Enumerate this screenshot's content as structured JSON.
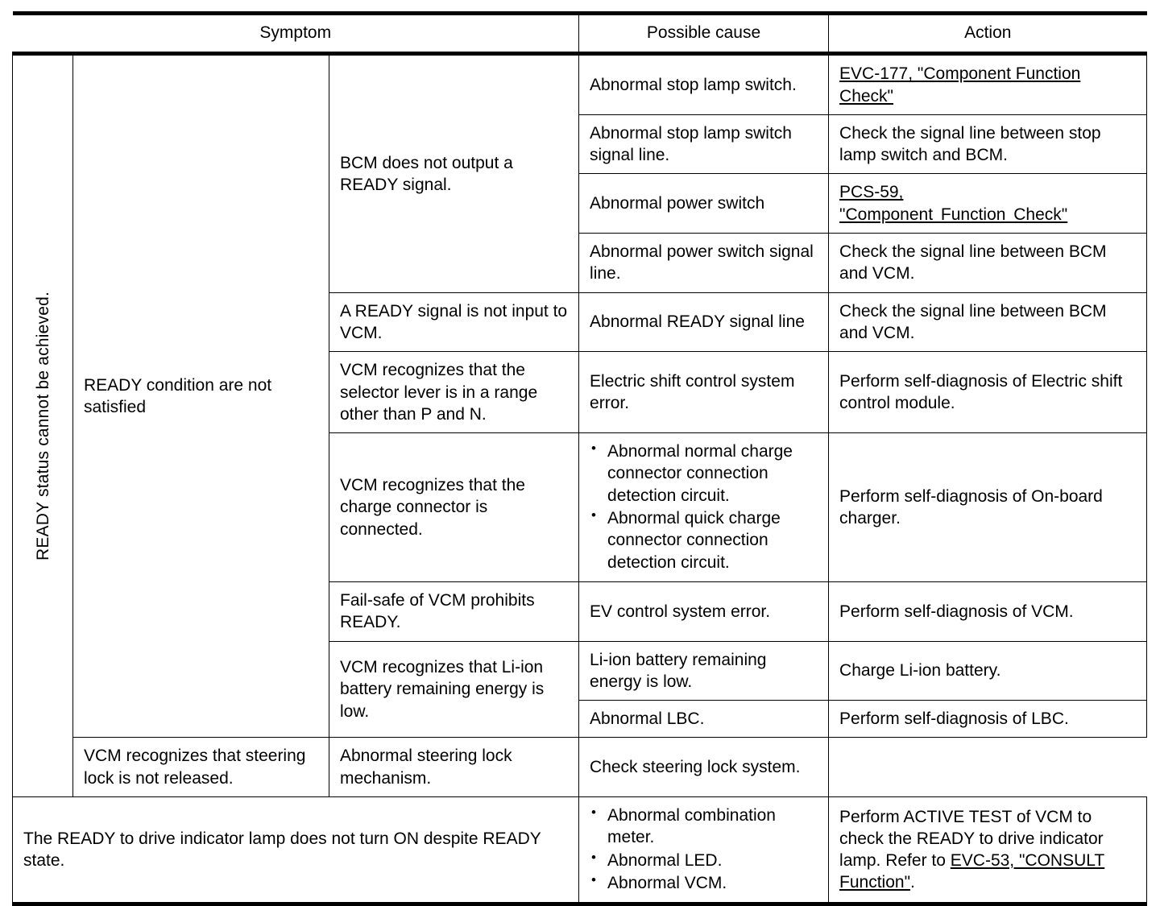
{
  "table": {
    "headers": {
      "symptom": "Symptom",
      "possible_cause": "Possible cause",
      "action": "Action"
    },
    "group_label": "READY status cannot be achieved.",
    "groups": [
      {
        "symptom": "READY condition are not satisfied",
        "subgroups": [
          {
            "symptom": "BCM does not output a READY signal.",
            "rows": [
              {
                "cause": "Abnormal stop lamp switch.",
                "action_prefix": "",
                "action_link": "EVC-177, \"Component Function Check\"",
                "action_suffix": "",
                "link_style": "normal"
              },
              {
                "cause": "Abnormal stop lamp switch signal line.",
                "action_prefix": "Check the signal line between stop lamp switch and BCM.",
                "action_link": "",
                "action_suffix": "",
                "link_style": "none"
              },
              {
                "cause": "Abnormal power switch",
                "action_prefix": "",
                "action_link_line1": "PCS-59,",
                "action_link_line2": "\"Component Function Check\"",
                "action_link": "",
                "action_suffix": "",
                "link_style": "two-line-spaced"
              },
              {
                "cause": "Abnormal power switch signal line.",
                "action_prefix": "Check the signal line between BCM and VCM.",
                "action_link": "",
                "action_suffix": "",
                "link_style": "none"
              }
            ]
          },
          {
            "symptom": "A READY signal is not input to VCM.",
            "rows": [
              {
                "cause": "Abnormal READY signal line",
                "action_prefix": "Check the signal line between BCM and VCM.",
                "action_link": "",
                "action_suffix": "",
                "link_style": "none"
              }
            ]
          },
          {
            "symptom": "VCM recognizes that the selector lever is in a range other than P and N.",
            "rows": [
              {
                "cause": "Electric shift control system error.",
                "action_prefix": "Perform self-diagnosis of Electric shift control module.",
                "action_link": "",
                "action_suffix": "",
                "link_style": "none"
              }
            ]
          },
          {
            "symptom": "VCM recognizes that the charge connector is connected.",
            "rows": [
              {
                "cause_bullets": [
                  "Abnormal normal charge connector connection detection circuit.",
                  "Abnormal quick charge connector connection detection circuit."
                ],
                "action_prefix": "Perform self-diagnosis of On-board charger.",
                "action_link": "",
                "action_suffix": "",
                "link_style": "none"
              }
            ]
          },
          {
            "symptom": "Fail-safe of VCM prohibits READY.",
            "rows": [
              {
                "cause": "EV control system error.",
                "action_prefix": "Perform self-diagnosis of VCM.",
                "action_link": "",
                "action_suffix": "",
                "link_style": "none"
              }
            ]
          },
          {
            "symptom": "VCM recognizes that Li-ion battery remaining energy is low.",
            "rows": [
              {
                "cause": "Li-ion battery remaining energy is low.",
                "action_prefix": "Charge Li-ion battery.",
                "action_link": "",
                "action_suffix": "",
                "link_style": "none"
              },
              {
                "cause": "Abnormal LBC.",
                "action_prefix": "Perform self-diagnosis of LBC.",
                "action_link": "",
                "action_suffix": "",
                "link_style": "none"
              }
            ]
          },
          {
            "symptom": "VCM recognizes that steering lock is not released.",
            "rows": [
              {
                "cause": "Abnormal steering lock mechanism.",
                "action_prefix": "Check steering lock system.",
                "action_link": "",
                "action_suffix": "",
                "link_style": "none"
              }
            ]
          }
        ]
      },
      {
        "symptom": "The READY to drive indicator lamp does not turn ON despite READY state.",
        "subgroups": [
          {
            "symptom": "",
            "rows": [
              {
                "cause_bullets": [
                  "Abnormal combination meter.",
                  "Abnormal LED.",
                  "Abnormal VCM."
                ],
                "action_prefix": "Perform ACTIVE TEST of VCM to check the READY to drive indicator lamp. Refer to ",
                "action_link": "EVC-53, \"CONSULT Function\"",
                "action_suffix": ".",
                "link_style": "inline"
              }
            ]
          }
        ]
      }
    ]
  },
  "colors": {
    "ink": "#000000",
    "paper": "#ffffff"
  }
}
